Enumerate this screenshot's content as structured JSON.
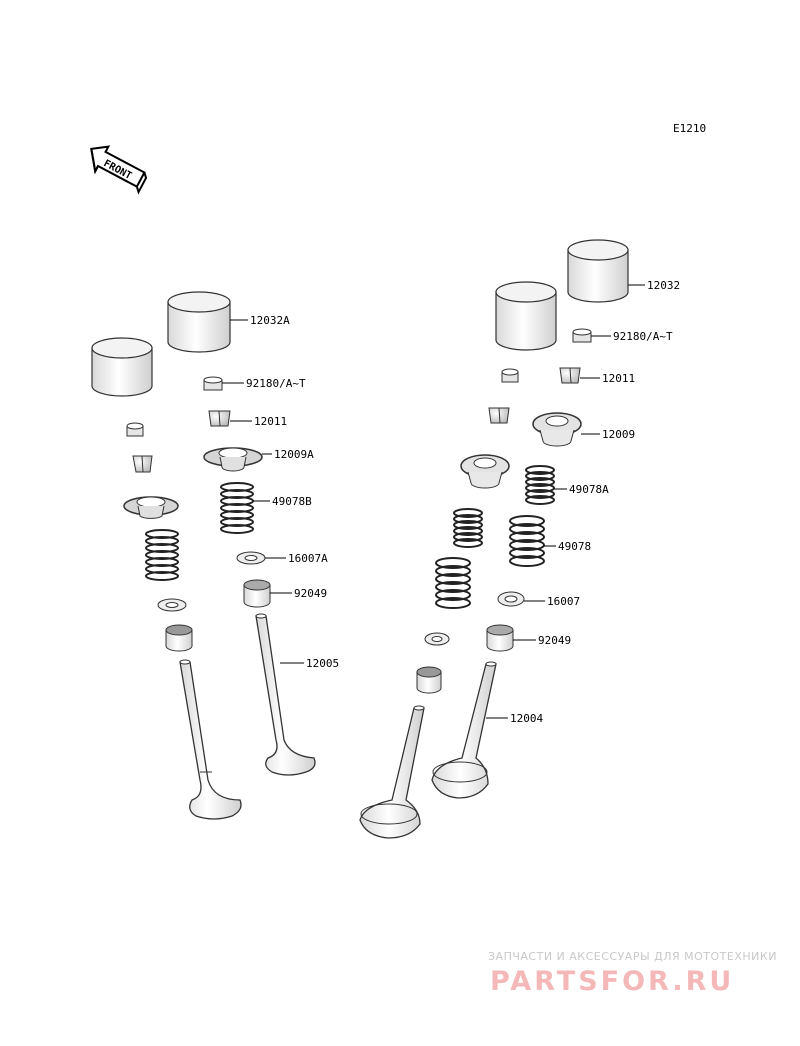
{
  "diagram_code": "E1210",
  "front_label": "FRONT",
  "parts": [
    {
      "id": "p1",
      "label": "12032A"
    },
    {
      "id": "p2",
      "label": "92180/A~T"
    },
    {
      "id": "p3",
      "label": "12011"
    },
    {
      "id": "p4",
      "label": "12009A"
    },
    {
      "id": "p5",
      "label": "49078B"
    },
    {
      "id": "p6",
      "label": "16007A"
    },
    {
      "id": "p7",
      "label": "92049"
    },
    {
      "id": "p8",
      "label": "12005"
    },
    {
      "id": "p9",
      "label": "12032"
    },
    {
      "id": "p10",
      "label": "92180/A~T"
    },
    {
      "id": "p11",
      "label": "12011"
    },
    {
      "id": "p12",
      "label": "12009"
    },
    {
      "id": "p13",
      "label": "49078A"
    },
    {
      "id": "p14",
      "label": "49078"
    },
    {
      "id": "p15",
      "label": "16007"
    },
    {
      "id": "p16",
      "label": "92049"
    },
    {
      "id": "p17",
      "label": "12004"
    }
  ],
  "watermark": {
    "tagline": "ЗАПЧАСТИ И АКСЕССУАРЫ ДЛЯ МОТОТЕХНИКИ",
    "brand": "PARTSFOR.RU",
    "color": "#f5b8b8"
  }
}
